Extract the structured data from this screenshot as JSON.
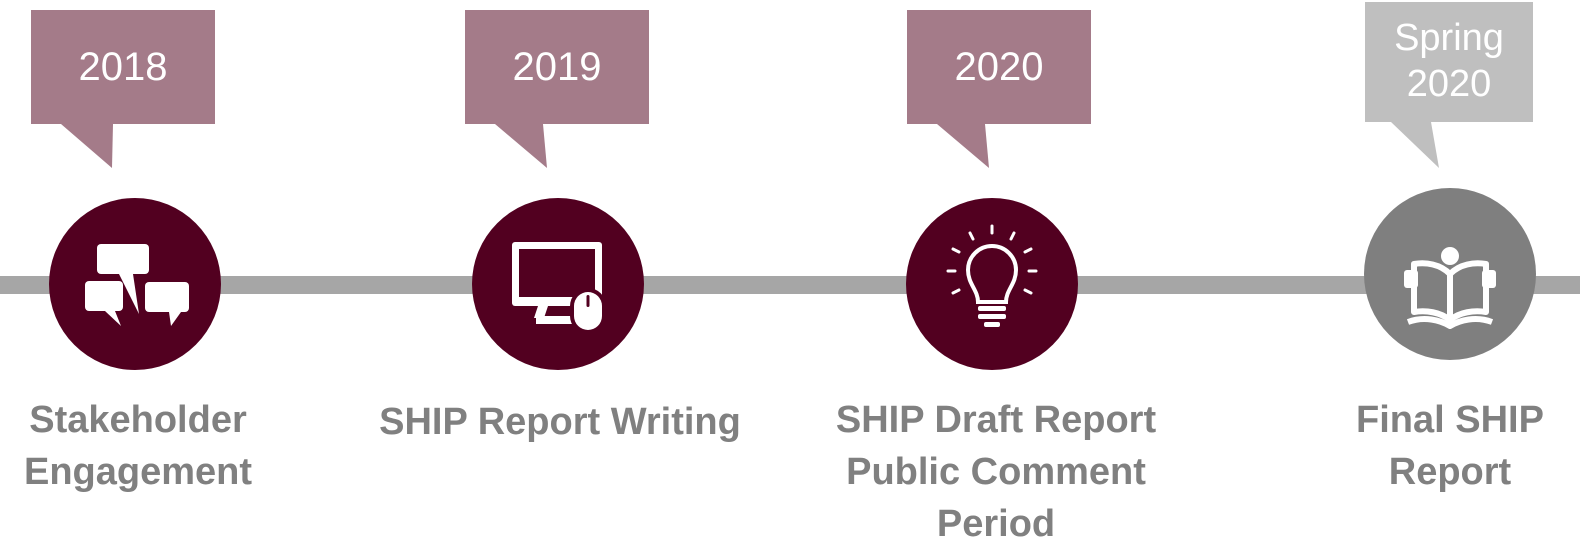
{
  "colors": {
    "line": "#a6a6a6",
    "callout_active": "#a47b89",
    "callout_future": "#bfbfbf",
    "circle_active": "#520020",
    "circle_future": "#7f7f7f",
    "label_text": "#808080"
  },
  "milestones": [
    {
      "date": "2018",
      "label": "Stakeholder Engagement",
      "icon": "speech-bubbles-icon",
      "status": "done"
    },
    {
      "date": "2019",
      "label": "SHIP Report Writing",
      "icon": "computer-mouse-icon",
      "status": "done"
    },
    {
      "date": "2020",
      "label": "SHIP Draft Report Public Comment Period",
      "icon": "lightbulb-icon",
      "status": "done"
    },
    {
      "date": "Spring 2020",
      "label": "Final SHIP Report",
      "icon": "open-book-reader-icon",
      "status": "upcoming"
    }
  ]
}
